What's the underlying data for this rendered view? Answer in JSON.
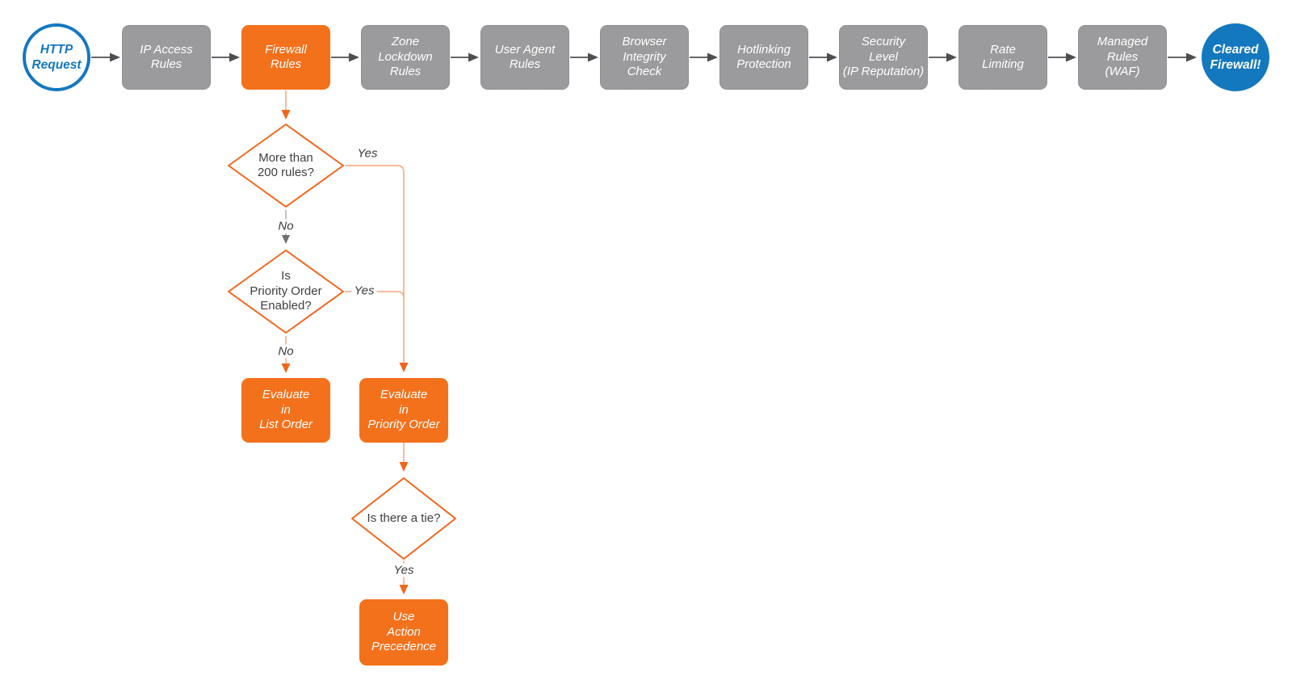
{
  "colors": {
    "accent_orange": "#F4711C",
    "light_orange_line": "#F5A47C",
    "step_gray_fill": "#9B9B9D",
    "brand_blue": "#1478BE",
    "arrow_gray": "#4E4E50",
    "light_gray_line": "#ABABAD",
    "diamond_text": "#3F3F3F",
    "background": "#FFFFFF"
  },
  "flow": {
    "start": {
      "label": "HTTP\nRequest"
    },
    "steps": [
      {
        "label": "IP Access\nRules",
        "highlight": false
      },
      {
        "label": "Firewall\nRules",
        "highlight": true
      },
      {
        "label": "Zone\nLockdown\nRules",
        "highlight": false
      },
      {
        "label": "User Agent\nRules",
        "highlight": false
      },
      {
        "label": "Browser\nIntegrity\nCheck",
        "highlight": false
      },
      {
        "label": "Hotlinking\nProtection",
        "highlight": false
      },
      {
        "label": "Security\nLevel\n(IP Reputation)",
        "highlight": false
      },
      {
        "label": "Rate\nLimiting",
        "highlight": false
      },
      {
        "label": "Managed\nRules\n(WAF)",
        "highlight": false
      }
    ],
    "end": {
      "label": "Cleared\nFirewall!"
    },
    "decisions": {
      "rules200": {
        "question": "More than\n200 rules?",
        "yes_label": "Yes",
        "no_label": "No"
      },
      "priority_enabled": {
        "question": "Is\nPriority Order\nEnabled?",
        "yes_label": "Yes",
        "no_label": "No"
      },
      "tie": {
        "question": "Is there a tie?",
        "yes_label": "Yes"
      }
    },
    "outcomes": {
      "evaluate_list": {
        "label": "Evaluate\nin\nList Order"
      },
      "evaluate_priority": {
        "label": "Evaluate\nin\nPriority Order"
      },
      "action_precedence": {
        "label": "Use\nAction\nPrecedence"
      }
    }
  }
}
